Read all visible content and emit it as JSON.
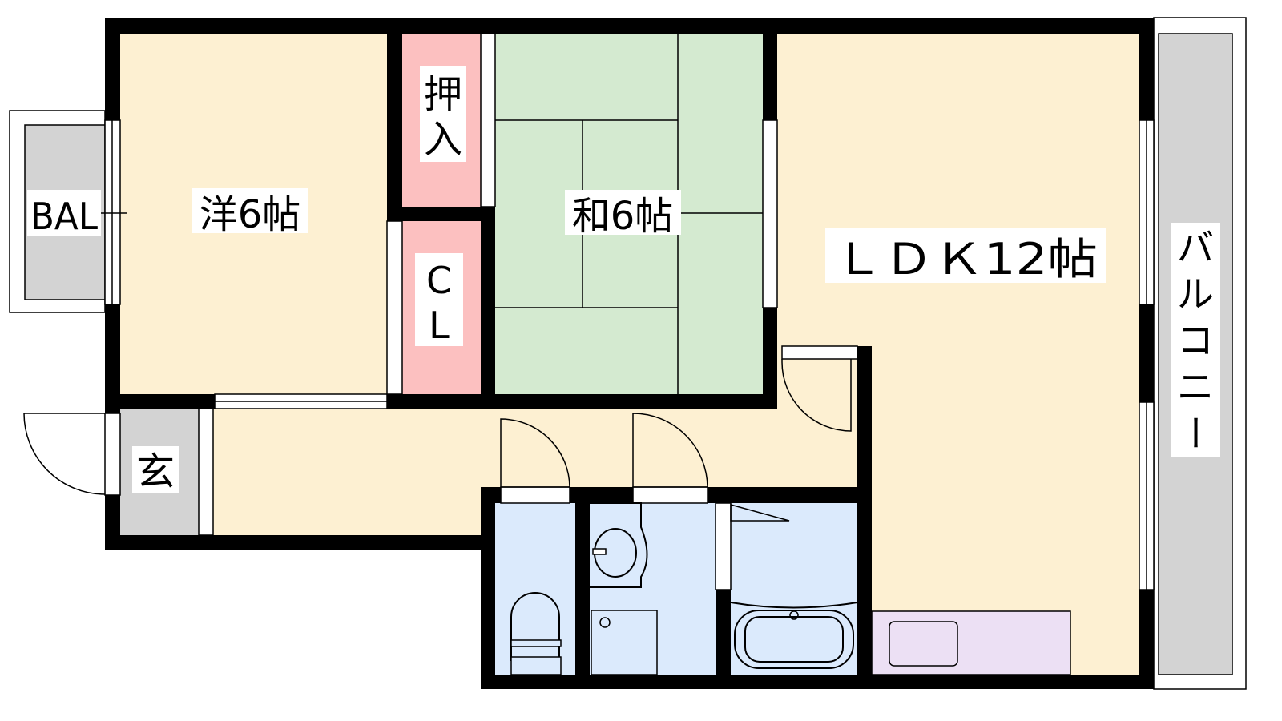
{
  "floor_plan": {
    "rooms": {
      "western_room": "洋6帖",
      "japanese_room": "和6帖",
      "ldk": "ＬＤＫ12帖",
      "oshiire_top": "押",
      "oshiire_bottom": "入",
      "closet_top": "C",
      "closet_bottom": "L",
      "entrance": "玄",
      "small_balcony": "BAL",
      "balcony_chars": [
        "バ",
        "ル",
        "コ",
        "ニ",
        "ー"
      ]
    },
    "colors": {
      "western": "#fdf0d2",
      "japanese": "#d4ead0",
      "closet": "#fcc0c0",
      "wet_area": "#dbeafc",
      "kitchen": "#ece0f4",
      "balcony": "#d3d3d3",
      "wall": "#000000"
    }
  }
}
